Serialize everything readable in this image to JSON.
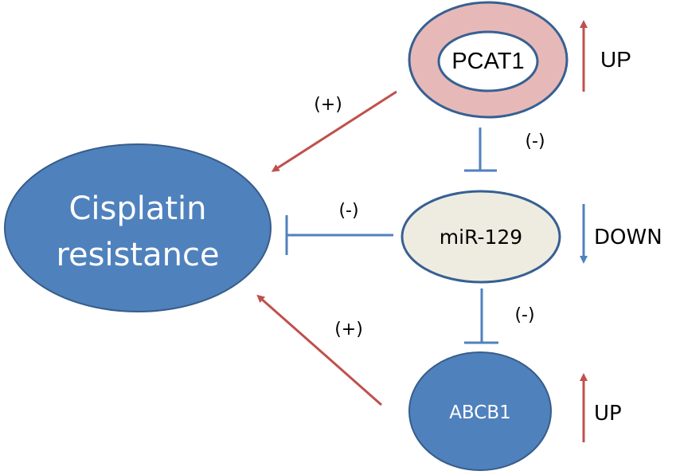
{
  "colors": {
    "node_blue": "#4f81bd",
    "node_border": "#385d8a",
    "pcat_fill": "#e6b9b8",
    "mir_fill": "#eeece1",
    "activate_red": "#c0504d",
    "inhibit_blue": "#4f81bd"
  },
  "nodes": {
    "cisplatin": {
      "line1": "Cisplatin",
      "line2": "resistance"
    },
    "pcat1": {
      "label": "PCAT1"
    },
    "mir129": {
      "label": "miR-129"
    },
    "abcb1": {
      "label": "ABCB1"
    }
  },
  "edges": {
    "pcat1_to_cisplatin": {
      "sign": "(+)",
      "type": "activation"
    },
    "pcat1_to_mir129": {
      "sign": "(-)",
      "type": "inhibition"
    },
    "mir129_to_cisplatin": {
      "sign": "(-)",
      "type": "inhibition"
    },
    "mir129_to_abcb1": {
      "sign": "(-)",
      "type": "inhibition"
    },
    "abcb1_to_cisplatin": {
      "sign": "(+)",
      "type": "activation"
    }
  },
  "regulation": {
    "pcat1": "UP",
    "mir129": "DOWN",
    "abcb1": "UP"
  }
}
